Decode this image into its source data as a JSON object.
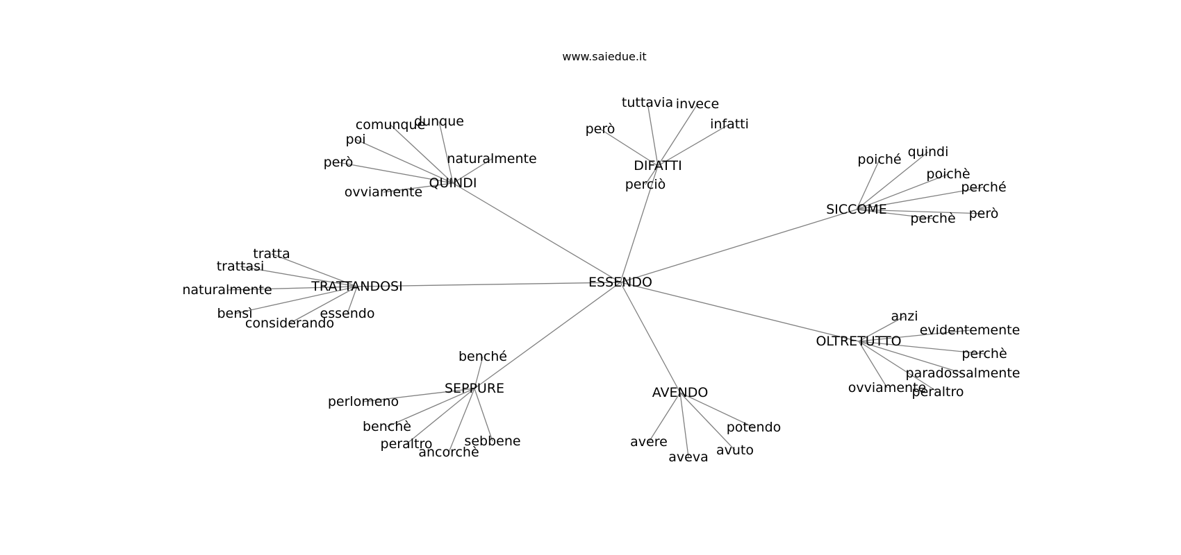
{
  "title": "www.saiedue.it",
  "colors": {
    "edge": "#808080",
    "text": "#000000",
    "background": "#ffffff"
  },
  "root": "ESSENDO",
  "groups": [
    {
      "hub": "QUINDI",
      "leaves": [
        "dunque",
        "comunque",
        "poi",
        "però",
        "naturalmente",
        "ovviamente"
      ]
    },
    {
      "hub": "DIFATTI",
      "leaves": [
        "tuttavia",
        "invece",
        "infatti",
        "però",
        "perciò"
      ]
    },
    {
      "hub": "SICCOME",
      "leaves": [
        "poiché",
        "quindi",
        "poichè",
        "perché",
        "però",
        "perchè"
      ]
    },
    {
      "hub": "TRATTANDOSI",
      "leaves": [
        "tratta",
        "trattasi",
        "naturalmente",
        "bensì",
        "considerando",
        "essendo"
      ]
    },
    {
      "hub": "OLTRETUTTO",
      "leaves": [
        "anzi",
        "evidentemente",
        "perchè",
        "paradossalmente",
        "peraltro",
        "ovviamente"
      ]
    },
    {
      "hub": "SEPPURE",
      "leaves": [
        "benché",
        "perlomeno",
        "benchè",
        "peraltro",
        "ancorchè",
        "sebbene"
      ]
    },
    {
      "hub": "AVENDO",
      "leaves": [
        "avere",
        "aveva",
        "avuto",
        "potendo"
      ]
    }
  ]
}
